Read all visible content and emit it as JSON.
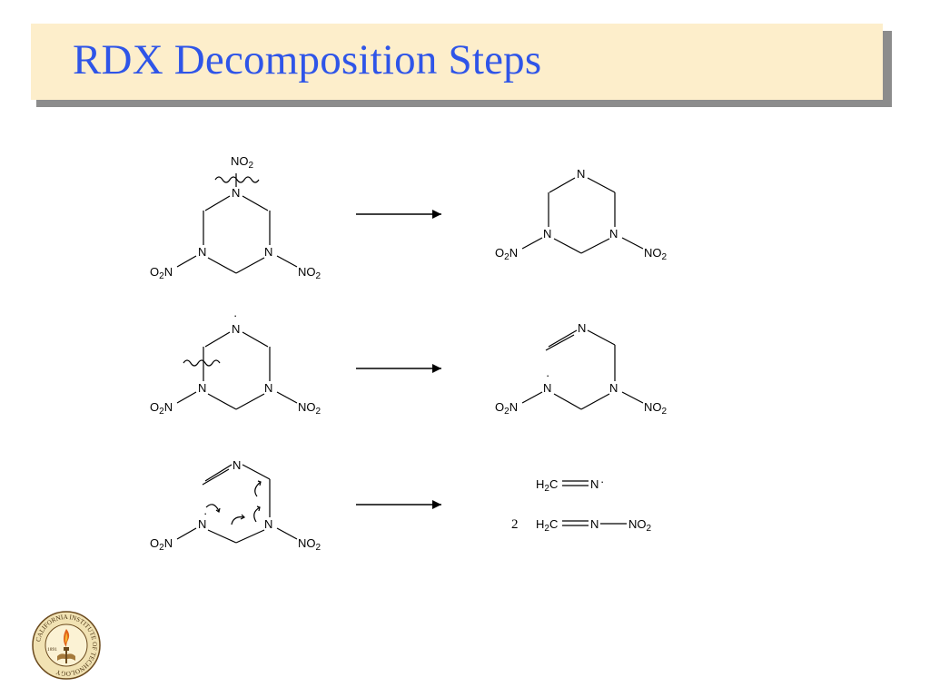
{
  "slide": {
    "title": "RDX Decomposition Steps",
    "colors": {
      "title": "#2f55e8",
      "title_box": "#fdeecb",
      "title_shadow": "#8c8c8c"
    }
  },
  "atoms": {
    "N": "N",
    "NO2": "NO",
    "O2N": "O",
    "N_suffix": "N",
    "sub2": "2",
    "H2C": "H",
    "C": "C",
    "radical": "·",
    "coefficient": "2"
  },
  "logo": {
    "ring_text": "CALIFORNIA INSTITUTE OF TECHNOLOGY",
    "year": "1891",
    "icon": "caltech-seal-icon"
  }
}
